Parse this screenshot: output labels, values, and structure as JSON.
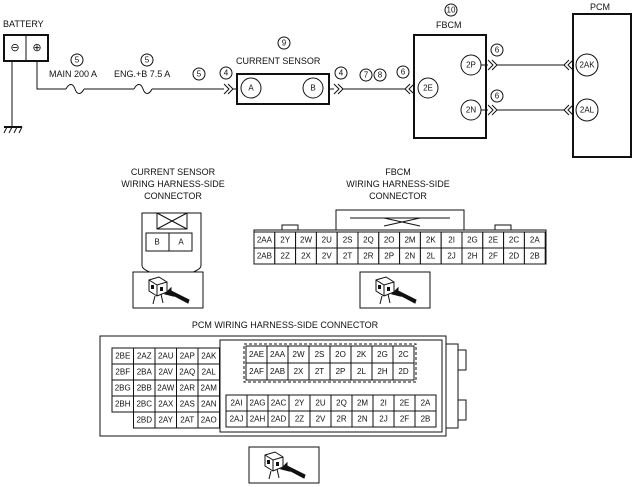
{
  "title": {
    "battery": "BATTERY",
    "current_sensor": "CURRENT SENSOR",
    "fbcm": "FBCM",
    "pcm": "PCM"
  },
  "battery": {
    "minus": "⊖",
    "plus": "⊕"
  },
  "fuses": {
    "main": "MAIN 200 A",
    "eng": "ENG.+B 7.5 A"
  },
  "callouts": {
    "c5a": "5",
    "c5b": "5",
    "c5c": "5",
    "c4a": "4",
    "c4b": "4",
    "c9": "9",
    "c7": "7",
    "c8": "8",
    "c6a": "6",
    "c6b": "6",
    "c6c": "6",
    "c10": "10"
  },
  "terminals": {
    "sensor_a": "A",
    "sensor_b": "B",
    "fbcm_2e": "2E",
    "fbcm_2p": "2P",
    "fbcm_2n": "2N",
    "pcm_2ak": "2AK",
    "pcm_2al": "2AL"
  },
  "connector_titles": {
    "cs": [
      "CURRENT SENSOR",
      "WIRING HARNESS-SIDE",
      "CONNECTOR"
    ],
    "fbcm": [
      "FBCM",
      "WIRING HARNESS-SIDE",
      "CONNECTOR"
    ],
    "pcm": "PCM WIRING HARNESS-SIDE CONNECTOR"
  },
  "cs_pins": [
    "B",
    "A"
  ],
  "fbcm_rows": [
    [
      "2AA",
      "2Y",
      "2W",
      "2U",
      "2S",
      "2Q",
      "2O",
      "2M",
      "2K",
      "2I",
      "2G",
      "2E",
      "2C",
      "2A"
    ],
    [
      "2AB",
      "2Z",
      "2X",
      "2V",
      "2T",
      "2R",
      "2P",
      "2N",
      "2L",
      "2J",
      "2H",
      "2F",
      "2D",
      "2B"
    ]
  ],
  "pcm_left_rows": [
    [
      "2BE",
      "2AZ",
      "2AU",
      "2AP",
      "2AK"
    ],
    [
      "2BF",
      "2BA",
      "2AV",
      "2AQ",
      "2AL"
    ],
    [
      "2BG",
      "2BB",
      "2AW",
      "2AR",
      "2AM"
    ],
    [
      "2BH",
      "2BC",
      "2AX",
      "2AS",
      "2AN"
    ],
    [
      "",
      "2BD",
      "2AY",
      "2AT",
      "2AO"
    ]
  ],
  "pcm_right_top": [
    [
      "2AE",
      "2AA",
      "2W",
      "2S",
      "2O",
      "2K",
      "2G",
      "2C"
    ],
    [
      "2AF",
      "2AB",
      "2X",
      "2T",
      "2P",
      "2L",
      "2H",
      "2D"
    ]
  ],
  "pcm_right_bottom": [
    [
      "2AI",
      "2AG",
      "2AC",
      "2Y",
      "2U",
      "2Q",
      "2M",
      "2I",
      "2E",
      "2A"
    ],
    [
      "2AJ",
      "2AH",
      "2AD",
      "2Z",
      "2V",
      "2R",
      "2N",
      "2J",
      "2F",
      "2B"
    ]
  ]
}
